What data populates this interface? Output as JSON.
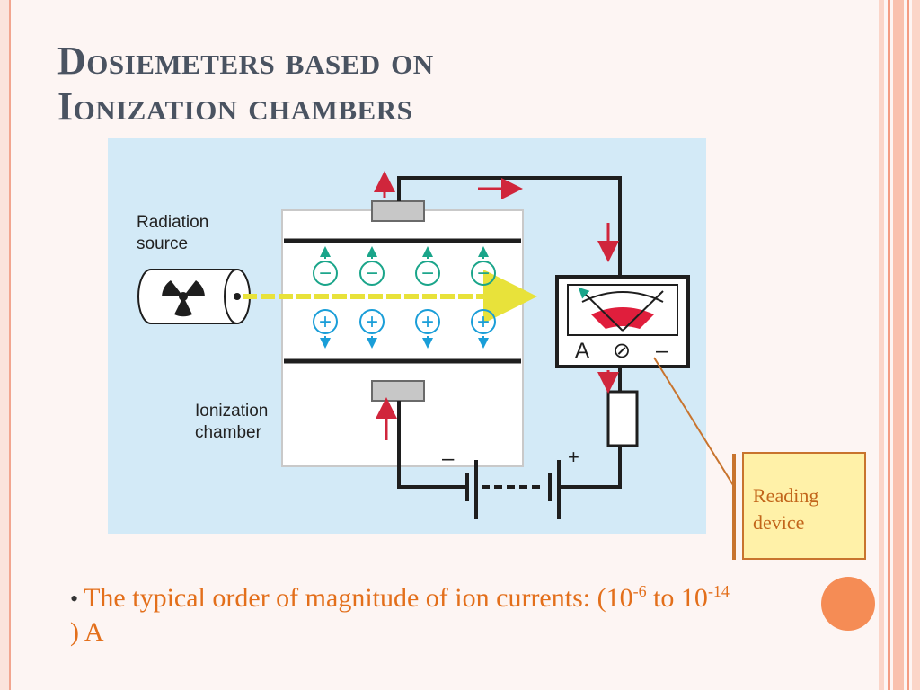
{
  "slide": {
    "title_line1": "Dosiemeters based on",
    "title_line2": "Ionization chambers"
  },
  "diagram": {
    "radiation_source_line1": "Radiation",
    "radiation_source_line2": "source",
    "chamber_line1": "Ionization",
    "chamber_line2": "chamber",
    "meter_label_a": "A",
    "meter_label_zero": "⊘",
    "meter_label_minus": "–",
    "battery_minus": "–",
    "battery_plus": "+",
    "negative_ion": "−",
    "positive_ion": "+"
  },
  "callout": {
    "line1": "Reading",
    "line2": "device"
  },
  "bullet": {
    "marker": "•",
    "text_before": "The typical order of magnitude of ion currents:  (10",
    "exp1": "-6",
    "text_mid": " to 10",
    "exp2": "-14",
    "text_after": " ) A"
  },
  "colors": {
    "title": "#4a5361",
    "accent": "#e36f1b",
    "figure_bg": "#d3eaf7",
    "arrow_red": "#d0263c",
    "ion_green": "#1aa58a",
    "ion_blue": "#1a9ed8",
    "beam_yellow": "#e8e23a"
  }
}
